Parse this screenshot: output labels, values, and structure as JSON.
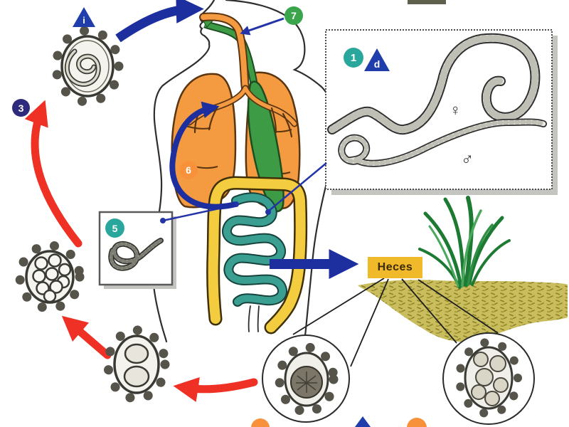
{
  "badges": {
    "step1": "1",
    "step3": "3",
    "step5": "5",
    "step6": "6",
    "step7": "7",
    "stage_i": "i",
    "stage_d": "d"
  },
  "labels": {
    "feces": "Heces",
    "female_symbol": "♀",
    "male_symbol": "♂"
  },
  "colors": {
    "arrow_red": "#ee3124",
    "arrow_blue": "#1d2f9e",
    "pointer_blue": "#2234a8",
    "badge_green": "#3aa54a",
    "badge_orange": "#f7923a",
    "badge_teal": "#2aa79c",
    "badge_navy": "#2e2b7c",
    "triangle_navy": "#1f3dab",
    "feces_label_bg": "#f0b929",
    "lungs_orange": "#f49b42",
    "digestive_green": "#3d9b46",
    "colon_yellow": "#f3cc3f",
    "small_intestine_teal": "#3a9e90",
    "soil_olive": "#c9bd5e",
    "grass_green": "#1d7a33"
  }
}
